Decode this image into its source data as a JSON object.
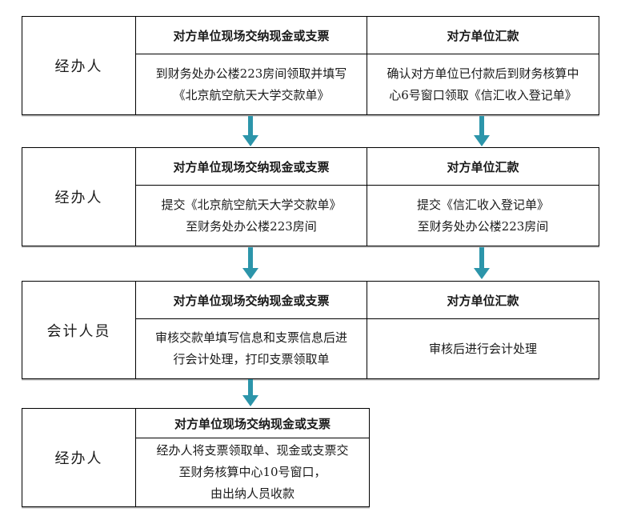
{
  "diagram": {
    "type": "flowchart",
    "description_colors": {
      "background": "#FFFFFF",
      "border": "#000000",
      "text": "#1A1A1A",
      "arrow": "#2C95AA"
    }
  },
  "tables": [
    {
      "role": "经办人",
      "columns": [
        {
          "header": "对方单位现场交纳现金或支票",
          "body": "到财务处办公楼223房间领取并填写\n《北京航空航天大学交款单》"
        },
        {
          "header": "对方单位汇款",
          "body": "确认对方单位已付款后到财务核算中\n心6号窗口领取《信汇收入登记单》"
        }
      ]
    },
    {
      "role": "经办人",
      "columns": [
        {
          "header": "对方单位现场交纳现金或支票",
          "body": "提交《北京航空航天大学交款单》\n至财务处办公楼223房间"
        },
        {
          "header": "对方单位汇款",
          "body": "提交《信汇收入登记单》\n至财务处办公楼223房间"
        }
      ]
    },
    {
      "role": "会计人员",
      "columns": [
        {
          "header": "对方单位现场交纳现金或支票",
          "body": "审核交款单填写信息和支票信息后进\n行会计处理，打印支票领取单"
        },
        {
          "header": "对方单位汇款",
          "body": "审核后进行会计处理"
        }
      ]
    },
    {
      "role": "经办人",
      "columns": [
        {
          "header": "对方单位现场交纳现金或支票",
          "body": "经办人将支票领取单、现金或支票交\n至财务核算中心10号窗口，\n由出纳人员收款"
        }
      ]
    }
  ],
  "flow_arrows": [
    {
      "after_table": 1,
      "branches": [
        "现金或支票",
        "汇款"
      ]
    },
    {
      "after_table": 2,
      "branches": [
        "现金或支票",
        "汇款"
      ]
    },
    {
      "after_table": 3,
      "branches": [
        "现金或支票"
      ]
    }
  ]
}
